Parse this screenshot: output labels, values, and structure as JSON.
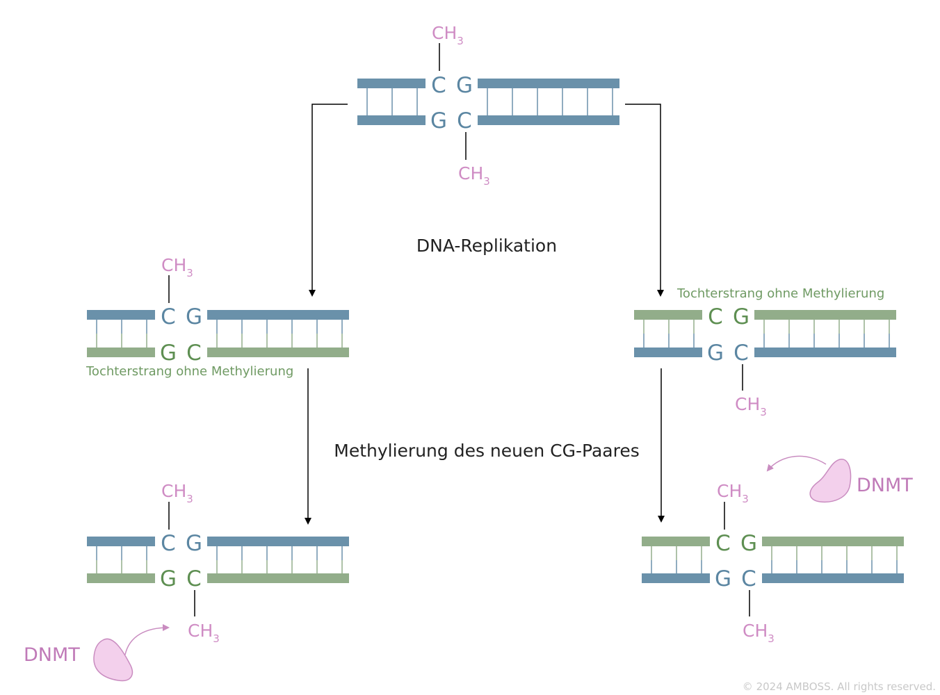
{
  "colors": {
    "parental_strand": "#6a91aa",
    "daughter_strand": "#92ad8a",
    "parental_letter": "#5b86a2",
    "daughter_letter": "#5e8f52",
    "methyl": "#cf8cc4",
    "enzyme_fill": "#f3d0ec",
    "enzyme_stroke": "#c98cc0",
    "enzyme_text": "#c07ab8",
    "arrow": "#000000"
  },
  "labels": {
    "replication": "DNA-Replikation",
    "methylation_step": "Methylierung des neuen CG-Paares",
    "daughter_strand_left": "Tochterstrang ohne Methylierung",
    "daughter_strand_right": "Tochterstrang ohne Methylierung",
    "enzyme_left": "DNMT",
    "enzyme_right": "DNMT",
    "copyright": "© 2024 AMBOSS. All rights reserved."
  },
  "methyl_group": {
    "main": "CH",
    "subscript": "3"
  },
  "bases": {
    "cytosine": "C",
    "guanine": "G"
  },
  "icons": [
    "dna-double-strand",
    "methyl-group",
    "dnmt-enzyme-blob",
    "curved-arrow",
    "flow-arrow"
  ]
}
